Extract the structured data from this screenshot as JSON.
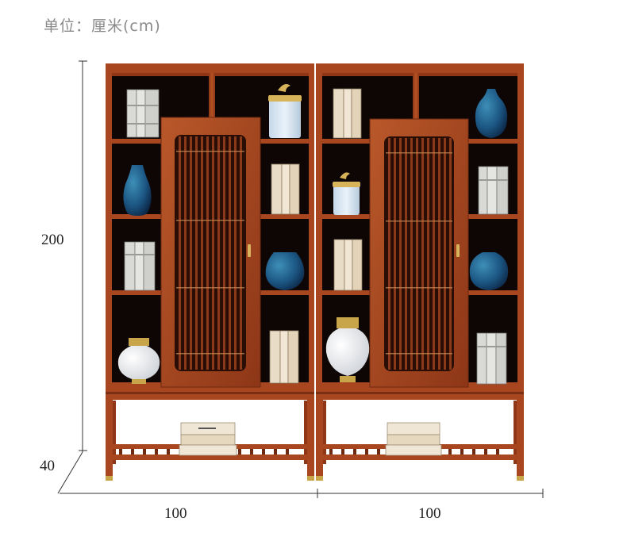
{
  "unit_label": "单位：厘米(cm)",
  "dimensions": {
    "height": "200",
    "depth": "40",
    "width_left": "100",
    "width_right": "100"
  },
  "colors": {
    "wood": "#a8461f",
    "wood_dark": "#6e2a10",
    "wood_light": "#c2602e",
    "interior": "#0d0605",
    "brass": "#c9a54a",
    "blue_glaze": "#1f5b8a",
    "book_light": "#e9dcc6",
    "book_grey": "#d9d9d6"
  }
}
